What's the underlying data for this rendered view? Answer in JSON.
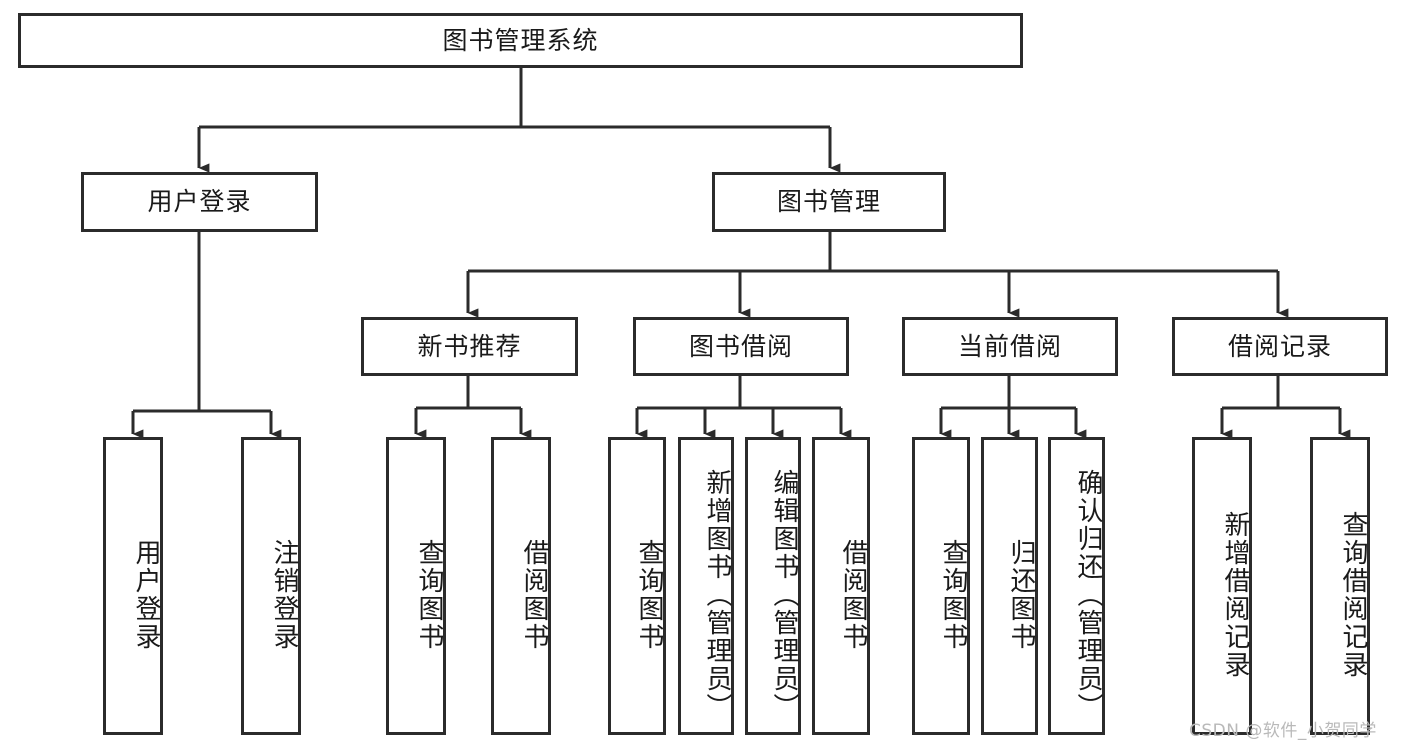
{
  "diagram": {
    "title": "图书管理系统",
    "watermark": "CSDN @软件_小贺同学",
    "colors": {
      "background": "#ffffff",
      "stroke": "#2b2b2b",
      "text": "#1a1a1a",
      "watermark": "#b9b9b9"
    },
    "root": {
      "label": "图书管理系统"
    },
    "level1": [
      {
        "label": "用户登录"
      },
      {
        "label": "图书管理"
      }
    ],
    "level2": [
      {
        "label": "新书推荐"
      },
      {
        "label": "图书借阅"
      },
      {
        "label": "当前借阅"
      },
      {
        "label": "借阅记录"
      }
    ],
    "leaves": {
      "user_login": [
        {
          "label": "用户登录"
        },
        {
          "label": "注销登录"
        }
      ],
      "new_book": [
        {
          "label": "查询图书"
        },
        {
          "label": "借阅图书"
        }
      ],
      "book_borrow": [
        {
          "label": "查询图书"
        },
        {
          "label": "新增图书（管理员）"
        },
        {
          "label": "编辑图书（管理员）"
        },
        {
          "label": "借阅图书"
        }
      ],
      "current_borrow": [
        {
          "label": "查询图书"
        },
        {
          "label": "归还图书"
        },
        {
          "label": "确认归还（管理员）"
        }
      ],
      "borrow_record": [
        {
          "label": "新增借阅记录"
        },
        {
          "label": "查询借阅记录"
        }
      ]
    }
  }
}
